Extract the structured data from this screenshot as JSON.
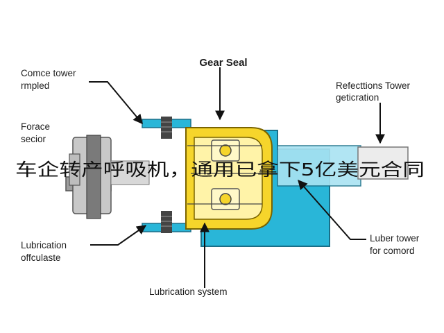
{
  "diagram": {
    "title": "Gear Seal",
    "labels": {
      "comce_tower_line1": "Comce tower",
      "comce_tower_line2": "rmpled",
      "forace_line1": "Forace",
      "forace_line2": "secior",
      "lubrication_left_line1": "Lubrication",
      "lubrication_left_line2": "offculaste",
      "refections_line1": "Refecttions Tower",
      "refections_line2": "geticration",
      "luber_line1": "Luber tower",
      "luber_line2": "for comord",
      "lubrication_system": "Lubrication system"
    }
  },
  "overlay_caption": "车企转产呼吸机，通用已拿下5亿美元合同",
  "colors": {
    "cyan": "#29b6d8",
    "cyan_dark": "#1a8fb0",
    "light_cyan": "#a9e3f2",
    "yellow": "#f6d52b",
    "yellow_light": "#fff3a8",
    "gray": "#a7a7a7",
    "dark_gray": "#555555"
  }
}
